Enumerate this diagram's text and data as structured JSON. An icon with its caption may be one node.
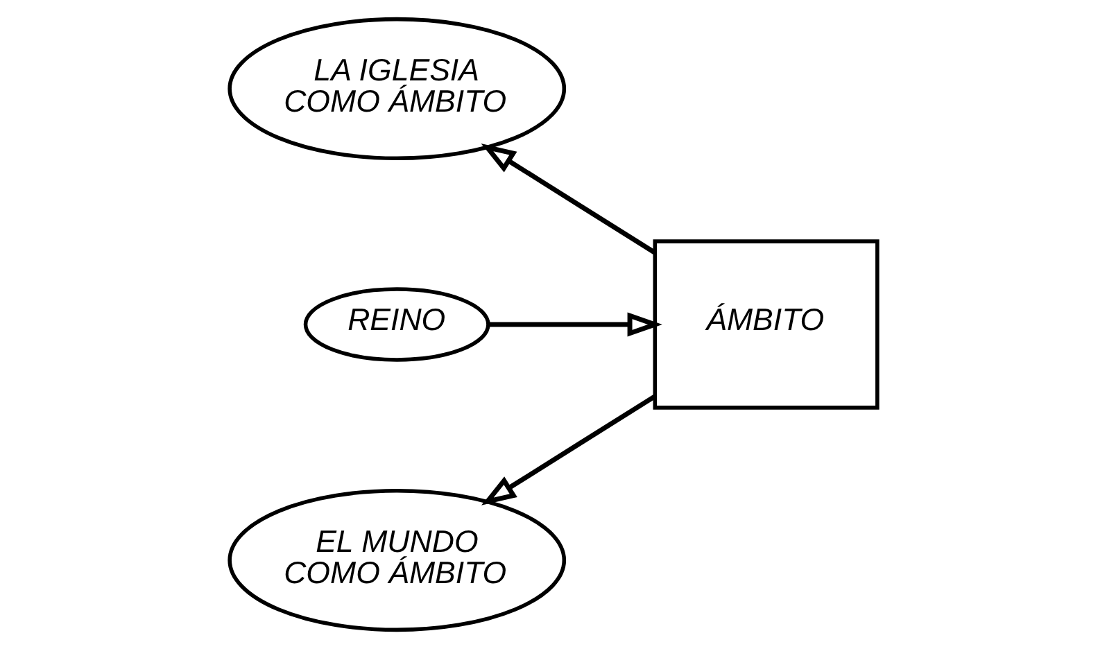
{
  "diagram": {
    "nodes": [
      {
        "text": [
          "REINO"
        ]
      },
      {
        "text": [
          "ÁMBITO"
        ]
      },
      {
        "text": [
          "LA IGLESIA COMO ÁMBITO"
        ]
      },
      {
        "text": [
          "EL MUNDO COMO ÁMBITO"
        ]
      }
    ],
    "edges": [
      {
        "from": 0,
        "to": 1,
        "arrow": "to"
      },
      {
        "from": 1,
        "to": 2,
        "arrow": "to"
      },
      {
        "from": 1,
        "to": 3,
        "arrow": "to"
      }
    ]
  }
}
